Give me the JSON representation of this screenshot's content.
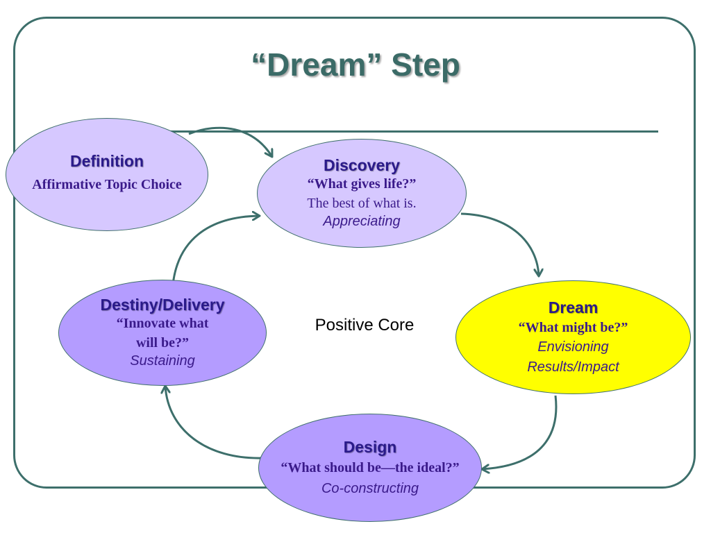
{
  "title": "“Dream” Step",
  "center_label": "Positive Core",
  "colors": {
    "frame": "#3d6f6b",
    "light_purple": "#d6c8ff",
    "mid_purple": "#b49cff",
    "yellow": "#ffff00",
    "text_purple": "#2a1a8a"
  },
  "nodes": {
    "definition": {
      "heading": "Definition",
      "line1": "Affirmative Topic Choice"
    },
    "discovery": {
      "heading": "Discovery",
      "quote": "“What gives life?”",
      "line2": "The best of what is.",
      "italic": "Appreciating"
    },
    "dream": {
      "heading": "Dream",
      "quote": "“What might be?”",
      "italic1": "Envisioning",
      "italic2": "Results/Impact"
    },
    "design": {
      "heading": "Design",
      "quote": "“What should be—the ideal?”",
      "italic": "Co-constructing"
    },
    "destiny": {
      "heading": "Destiny/Delivery",
      "quote1": "“Innovate what",
      "quote2": "will be?”",
      "italic": "Sustaining"
    }
  }
}
